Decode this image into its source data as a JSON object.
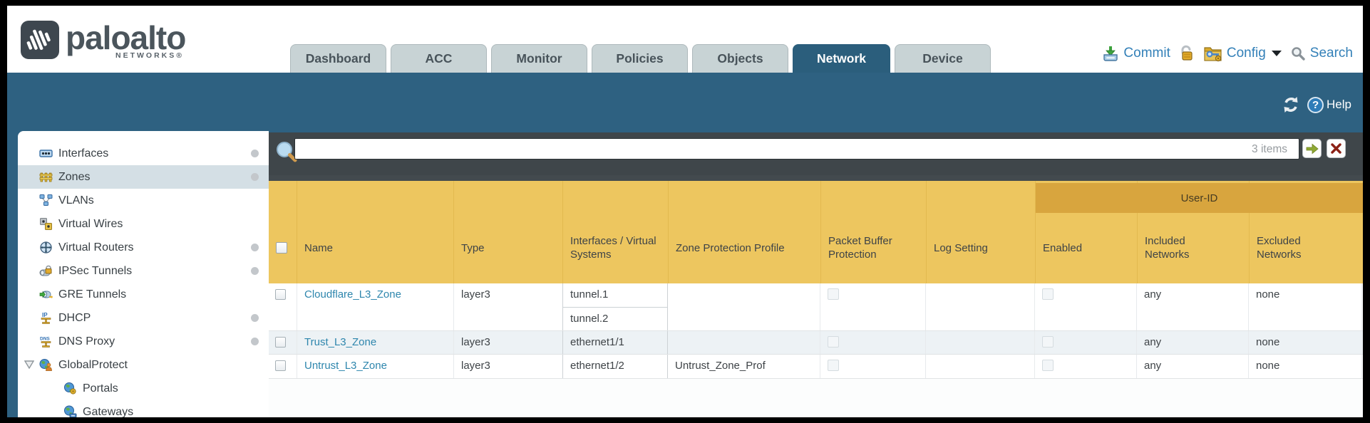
{
  "brand": {
    "wordmark": "paloalto",
    "sub": "NETWORKS®"
  },
  "tabs": [
    {
      "label": "Dashboard",
      "active": false
    },
    {
      "label": "ACC",
      "active": false
    },
    {
      "label": "Monitor",
      "active": false
    },
    {
      "label": "Policies",
      "active": false
    },
    {
      "label": "Objects",
      "active": false
    },
    {
      "label": "Network",
      "active": true
    },
    {
      "label": "Device",
      "active": false
    }
  ],
  "header_actions": {
    "commit": "Commit",
    "config": "Config",
    "search": "Search"
  },
  "band": {
    "help": "Help"
  },
  "sidebar": {
    "items": [
      {
        "label": "Interfaces"
      },
      {
        "label": "Zones",
        "selected": true
      },
      {
        "label": "VLANs"
      },
      {
        "label": "Virtual Wires"
      },
      {
        "label": "Virtual Routers"
      },
      {
        "label": "IPSec Tunnels"
      },
      {
        "label": "GRE Tunnels"
      },
      {
        "label": "DHCP"
      },
      {
        "label": "DNS Proxy"
      },
      {
        "label": "GlobalProtect"
      },
      {
        "label": "Portals"
      },
      {
        "label": "Gateways"
      }
    ]
  },
  "toolbar": {
    "search_value": "",
    "items_count": "3 items"
  },
  "table": {
    "group_header": "User-ID",
    "columns": [
      "Name",
      "Type",
      "Interfaces / Virtual Systems",
      "Zone Protection Profile",
      "Packet Buffer Protection",
      "Log Setting",
      "Enabled",
      "Included Networks",
      "Excluded Networks"
    ],
    "rows": [
      {
        "name": "Cloudflare_L3_Zone",
        "type": "layer3",
        "interfaces": [
          "tunnel.1",
          "tunnel.2"
        ],
        "zone_protection_profile": "",
        "included_networks": "any",
        "excluded_networks": "none"
      },
      {
        "name": "Trust_L3_Zone",
        "type": "layer3",
        "interfaces": [
          "ethernet1/1"
        ],
        "zone_protection_profile": "",
        "included_networks": "any",
        "excluded_networks": "none"
      },
      {
        "name": "Untrust_L3_Zone",
        "type": "layer3",
        "interfaces": [
          "ethernet1/2"
        ],
        "zone_protection_profile": "Untrust_Zone_Prof",
        "included_networks": "any",
        "excluded_networks": "none"
      }
    ]
  },
  "colors": {
    "teal_band": "#2e6181",
    "header_yellow": "#edc65f",
    "user_id_band": "#d8a53e",
    "action_blue": "#3380b8",
    "link_blue": "#2e86ad",
    "toolbar_gray": "#3f464a"
  }
}
